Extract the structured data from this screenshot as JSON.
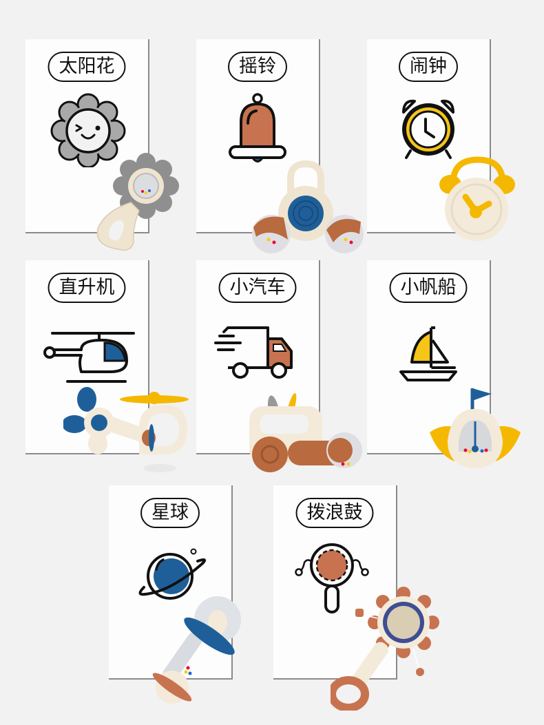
{
  "cards": [
    {
      "label": "太阳花",
      "icon": "sunflower-smile-icon",
      "toy": "sunflower-rattle"
    },
    {
      "label": "摇铃",
      "icon": "bell-icon",
      "toy": "bell-rattle"
    },
    {
      "label": "闹钟",
      "icon": "alarm-clock-icon",
      "toy": "alarm-clock-rattle"
    },
    {
      "label": "直升机",
      "icon": "helicopter-icon",
      "toy": "helicopter-rattle"
    },
    {
      "label": "小汽车",
      "icon": "delivery-truck-icon",
      "toy": "car-rattle"
    },
    {
      "label": "小帆船",
      "icon": "sailboat-icon",
      "toy": "sailboat-rattle"
    },
    {
      "label": "星球",
      "icon": "planet-icon",
      "toy": "planet-rattle"
    },
    {
      "label": "拨浪鼓",
      "icon": "pellet-drum-icon",
      "toy": "pellet-drum-rattle"
    }
  ],
  "colors": {
    "background": "#f2f2f2",
    "card": "#fdfdfd",
    "outline": "#111111",
    "orange_brown": "#c8734f",
    "blue": "#1f5f99",
    "yellow": "#f5c518",
    "gray": "#a9a9a9",
    "cream": "#f3ead9"
  }
}
